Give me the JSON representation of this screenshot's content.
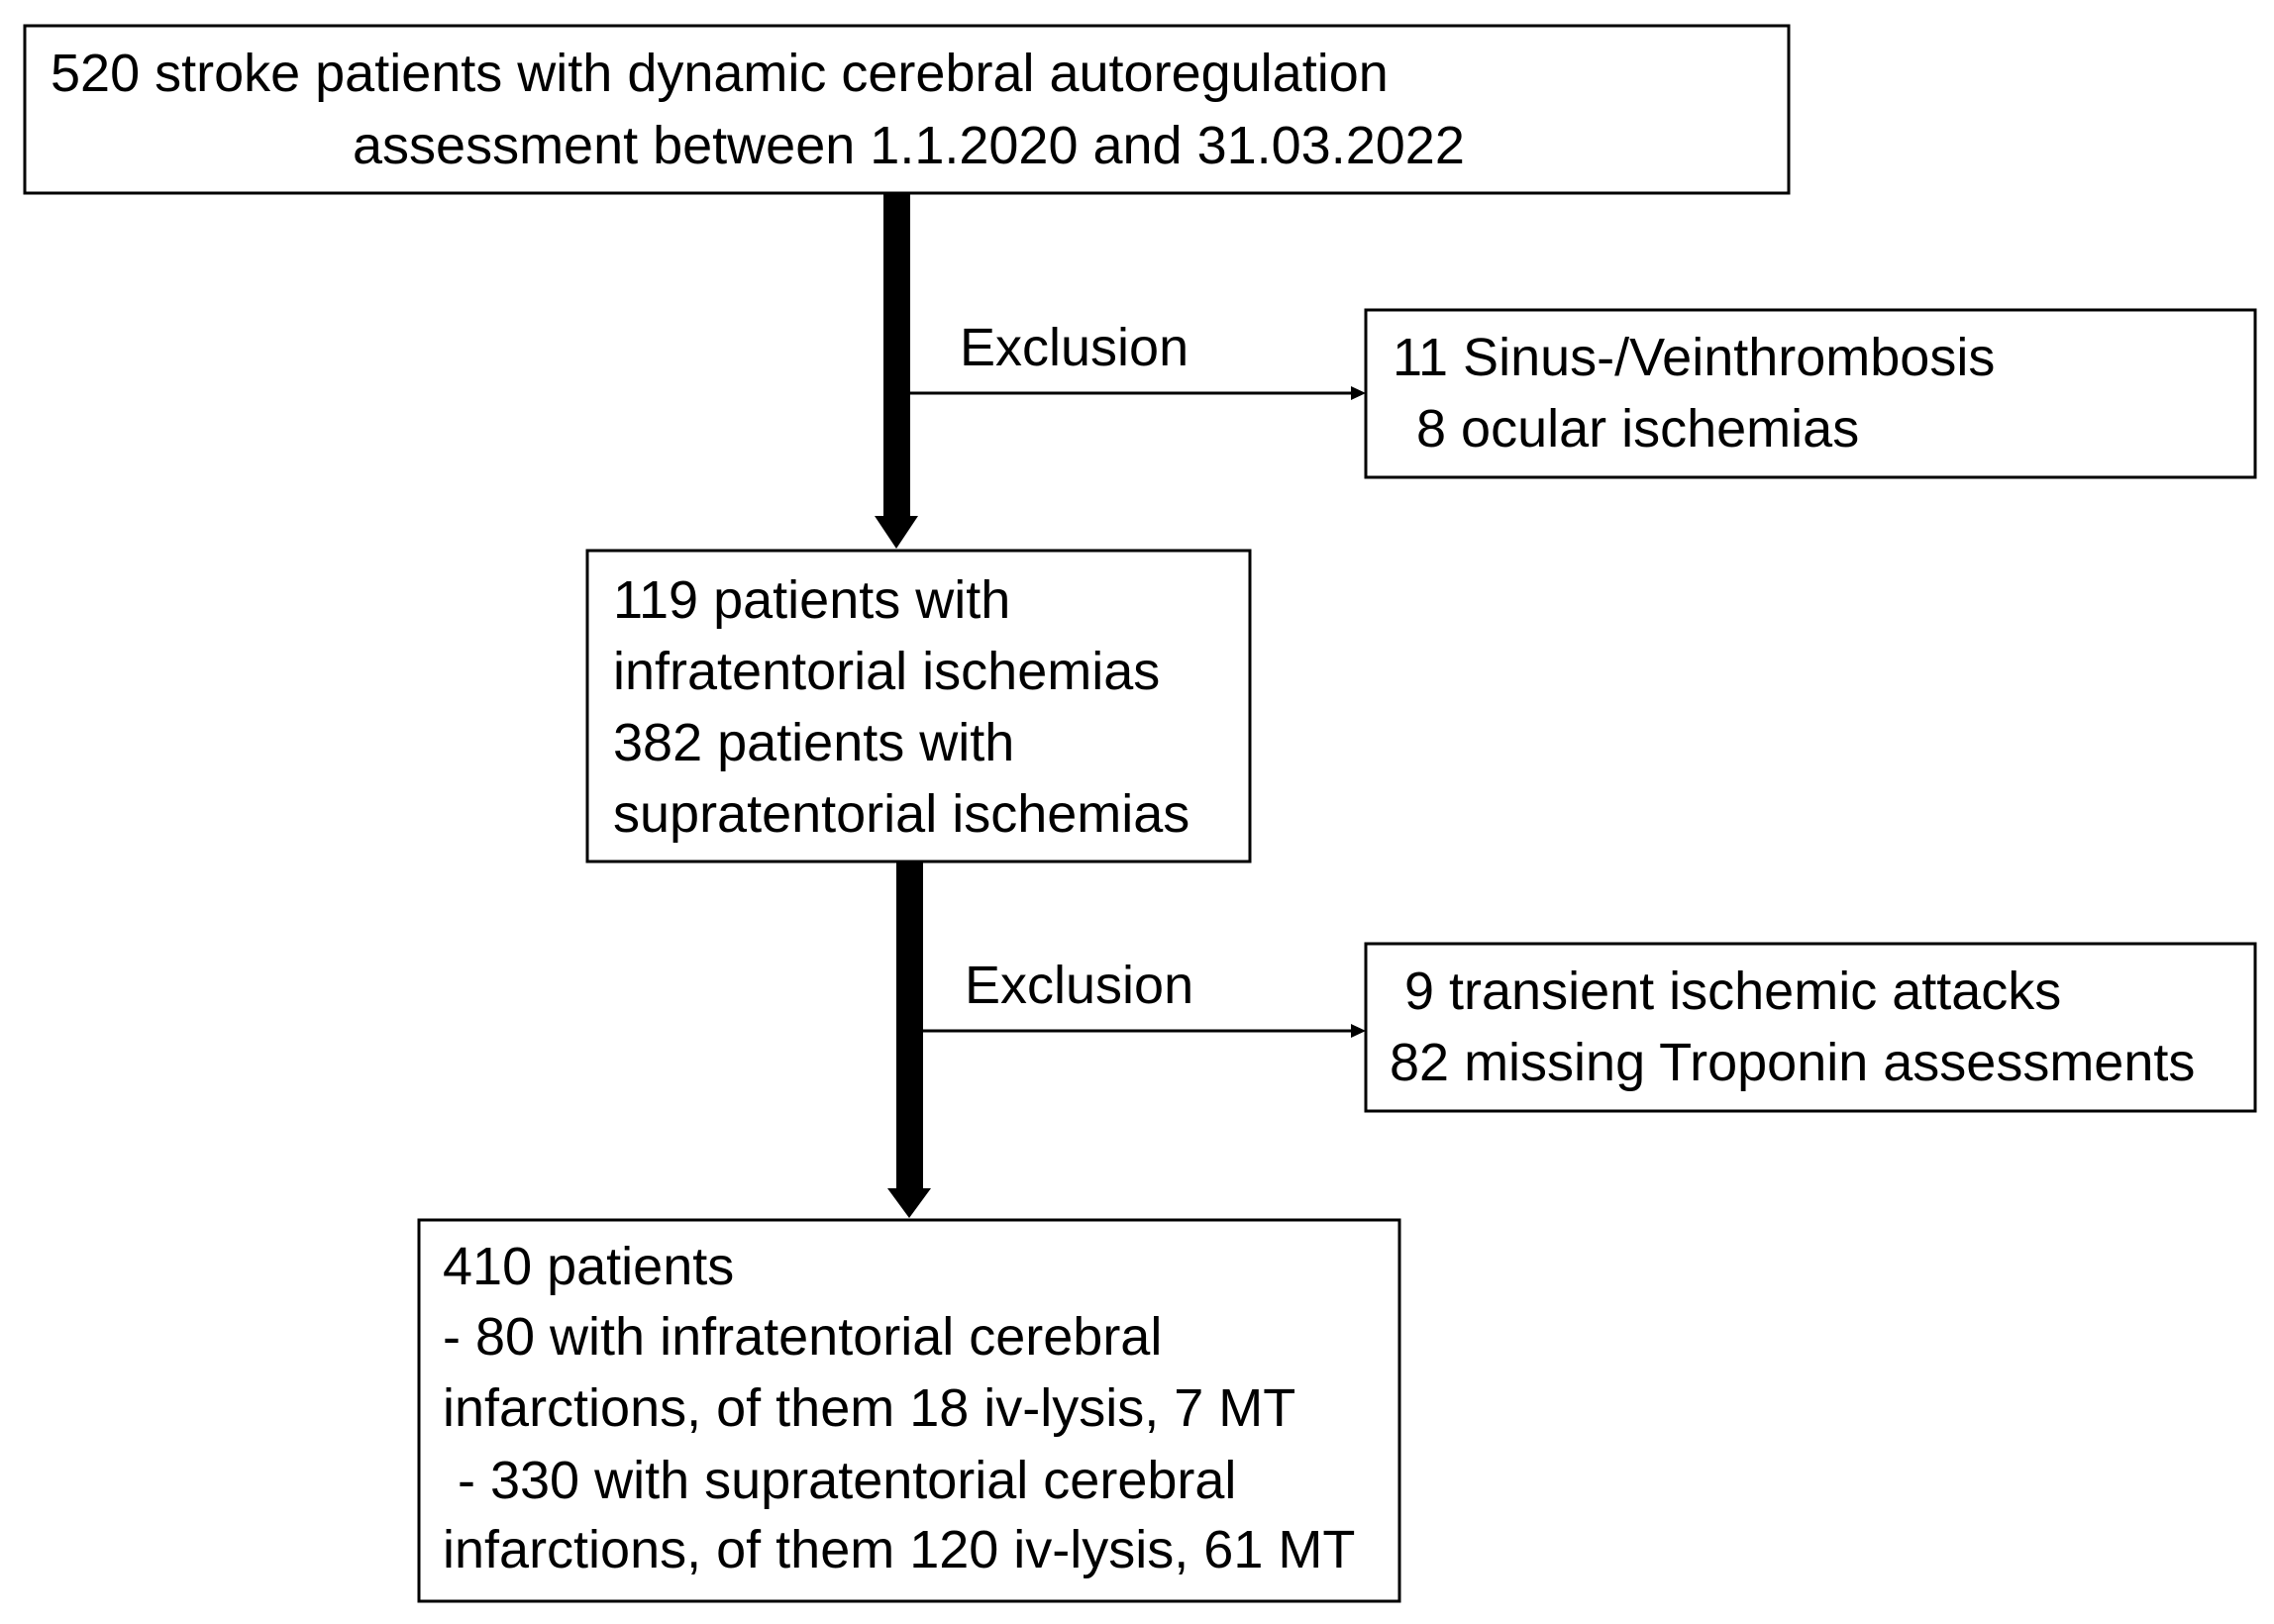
{
  "boxes": {
    "cohort": {
      "lines": [
        "520 stroke patients with dynamic cerebral autoregulation",
        "assessment between 1.1.2020 and 31.03.2022"
      ]
    },
    "exclusion_first": {
      "lines": [
        "11 Sinus-/Veinthrombosis",
        "8 ocular ischemias"
      ]
    },
    "ischemias": {
      "lines": [
        "119 patients with",
        "infratentorial ischemias",
        "382 patients with",
        "supratentorial ischemias"
      ]
    },
    "exclusion_second": {
      "lines": [
        "9 transient ischemic attacks",
        "82 missing Troponin assessments"
      ]
    },
    "final": {
      "lines": [
        "410 patients",
        "- 80 with infratentorial cerebral",
        "infarctions, of them 18 iv-lysis, 7 MT",
        "- 330 with supratentorial cerebral",
        "infarctions, of them 120 iv-lysis, 61 MT"
      ]
    }
  },
  "edge_labels": {
    "first": "Exclusion",
    "second": "Exclusion"
  },
  "colors": {
    "line": "#000000",
    "box_fill": "#ffffff",
    "text": "#000000"
  }
}
